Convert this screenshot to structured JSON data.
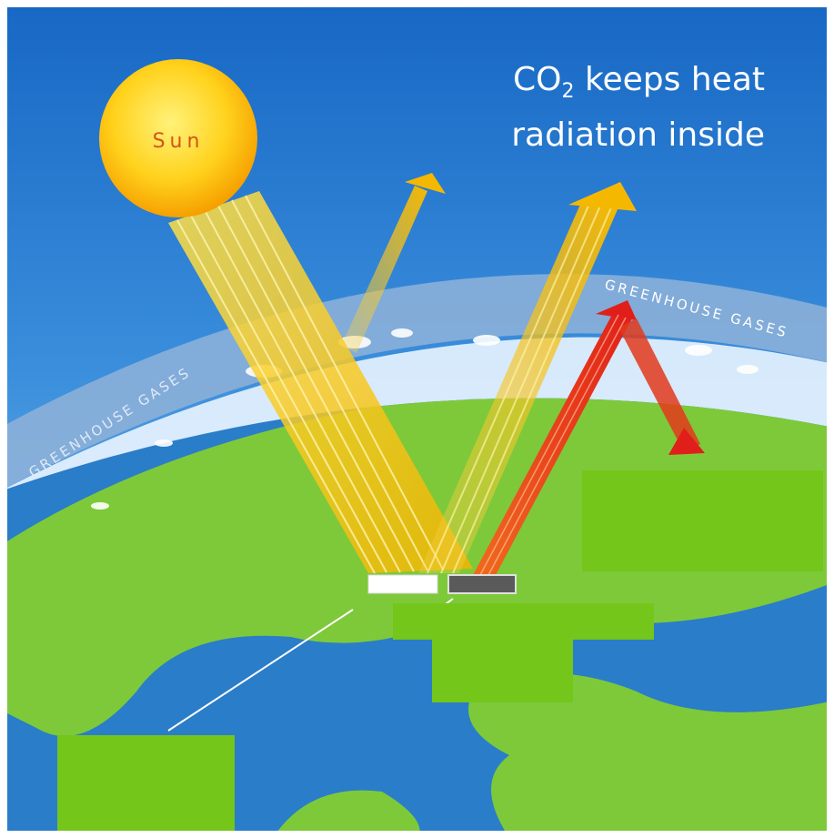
{
  "title": {
    "prefix": "CO",
    "subscript": "2",
    "rest": " keeps heat",
    "line2": "radiation inside"
  },
  "sun": {
    "label": "Sun"
  },
  "atmosphere": {
    "label_left": "GREENHOUSE GASES",
    "label_right": "GREENHOUSE GASES"
  },
  "colors": {
    "sky_top": "#1a6fc6",
    "sky_bottom": "#7fb8e8",
    "greenhouse_band": "#8eb3d9",
    "land": "#7ec93a",
    "land_box": "#74c61b",
    "sea": "#2a7dc8",
    "sunlight": "#f6c21a",
    "heat": "#e23a1c",
    "white_surface": "#ffffff",
    "dark_surface": "#5a5a5a"
  }
}
